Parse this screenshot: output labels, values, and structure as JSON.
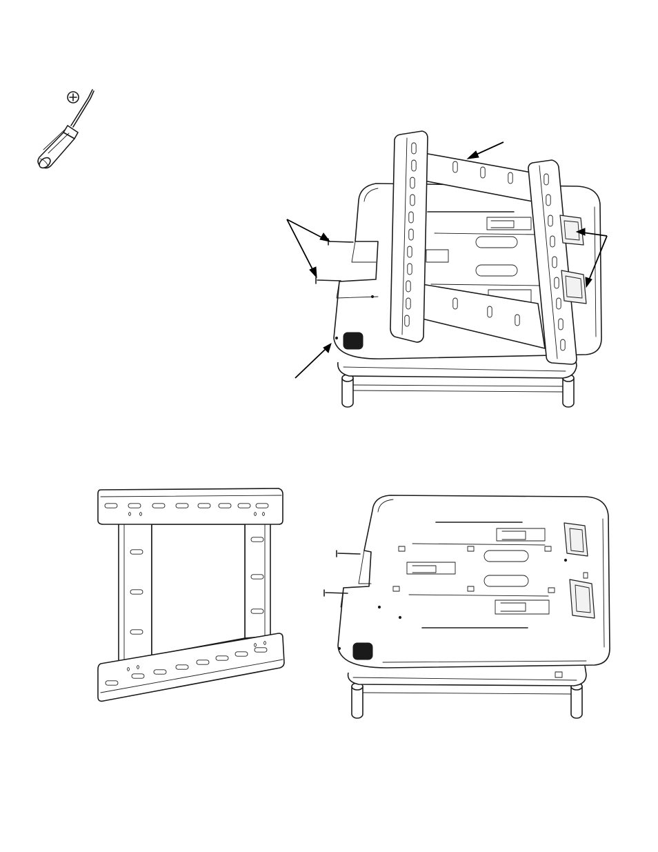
{
  "figure": {
    "tool": "phillips-screwdriver",
    "panels": [
      {
        "id": "assembled-view",
        "parts": [
          "screws",
          "wall-plate",
          "adapter-brackets",
          "display-back",
          "support-rods"
        ]
      },
      {
        "id": "brackets-view",
        "parts": [
          "bracket-left",
          "bracket-right",
          "wall-plate"
        ]
      },
      {
        "id": "display-back-view",
        "parts": [
          "screws",
          "display-back",
          "support-rods"
        ]
      }
    ],
    "callout_arrow_count": 6
  },
  "colors": {
    "line": "#1a1a1a",
    "paper": "#ffffff",
    "fill": "#f2f2f2"
  }
}
